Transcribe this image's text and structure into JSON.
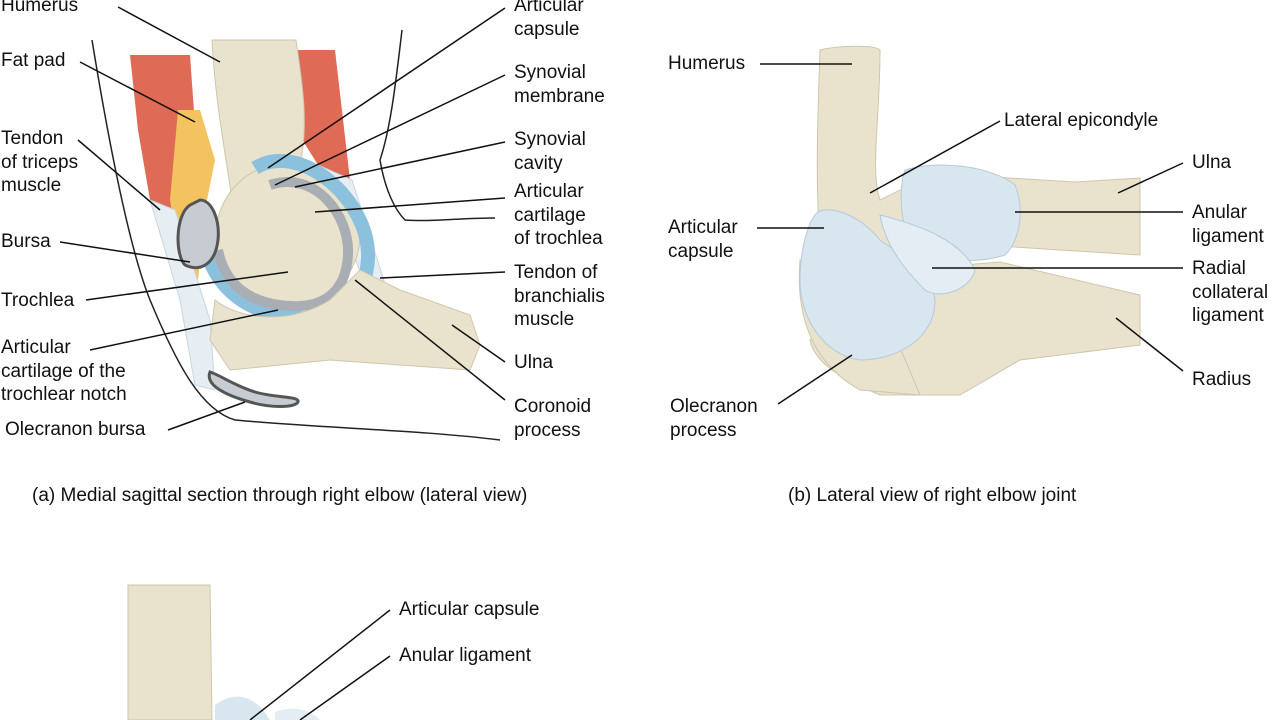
{
  "colors": {
    "bone": "#e9e3ce",
    "bone_dark": "#cfc6ac",
    "muscle": "#df6a55",
    "fat": "#f3c35f",
    "cartilage": "#a9aeb5",
    "synovial": "#8cc1dd",
    "ligament": "#d8e6ef",
    "outline": "#222222"
  },
  "panel_a": {
    "caption": "(a) Medial sagittal section through right elbow (lateral view)",
    "labels": {
      "humerus": "Humerus",
      "fat_pad": "Fat pad",
      "tendon_triceps": "Tendon\nof triceps\nmuscle",
      "bursa": "Bursa",
      "trochlea": "Trochlea",
      "cart_notch": "Articular\ncartilage of the\ntrochlear notch",
      "olecranon_bursa": "Olecranon bursa",
      "art_capsule": "Articular\ncapsule",
      "syn_membrane": "Synovial\nmembrane",
      "syn_cavity": "Synovial\ncavity",
      "cart_trochlea": "Articular\ncartilage\nof trochlea",
      "tendon_brach": "Tendon of\nbranchialis\nmuscle",
      "ulna": "Ulna",
      "coronoid": "Coronoid\nprocess"
    }
  },
  "panel_b": {
    "caption": "(b) Lateral view of right elbow joint",
    "labels": {
      "humerus": "Humerus",
      "lat_epicondyle": "Lateral epicondyle",
      "ulna": "Ulna",
      "anular": "Anular\nligament",
      "art_capsule": "Articular\ncapsule",
      "radial_coll": "Radial\ncollateral\nligament",
      "radius": "Radius",
      "olecranon": "Olecranon\nprocess"
    }
  },
  "panel_c": {
    "labels": {
      "art_capsule": "Articular capsule",
      "anular": "Anular ligament"
    }
  }
}
